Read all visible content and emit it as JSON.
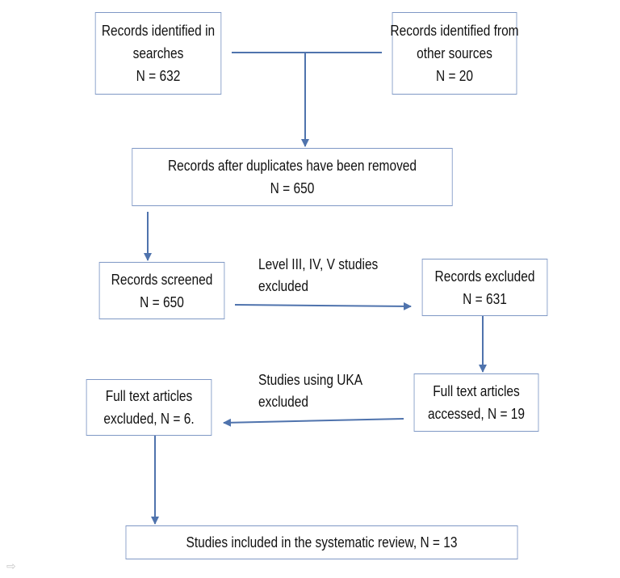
{
  "flow": {
    "identified_searches": {
      "line1": "Records identified in",
      "line2": "searches",
      "line3": "N = 632"
    },
    "identified_other": {
      "line1": "Records identified from",
      "line2": "other sources",
      "line3": "N = 20"
    },
    "after_duplicates": {
      "line1": "Records after duplicates have been removed",
      "line2": "N = 650"
    },
    "screened": {
      "line1": "Records screened",
      "line2": "N = 650"
    },
    "excluded": {
      "line1": "Records excluded",
      "line2": "N = 631"
    },
    "full_text_accessed": {
      "line1": "Full text articles",
      "line2": "accessed, N = 19"
    },
    "full_text_excluded": {
      "line1": "Full text articles",
      "line2": "excluded, N = 6."
    },
    "included": {
      "line1": "Studies included in the systematic review, N = 13"
    },
    "note_level": {
      "line1": "Level III, IV, V studies",
      "line2": "excluded"
    },
    "note_uka": {
      "line1": "Studies using UKA",
      "line2": "excluded"
    }
  },
  "colors": {
    "box_border": "#7f98c5",
    "connector": "#4f73ad"
  },
  "icons": {
    "corner": "⇨"
  }
}
